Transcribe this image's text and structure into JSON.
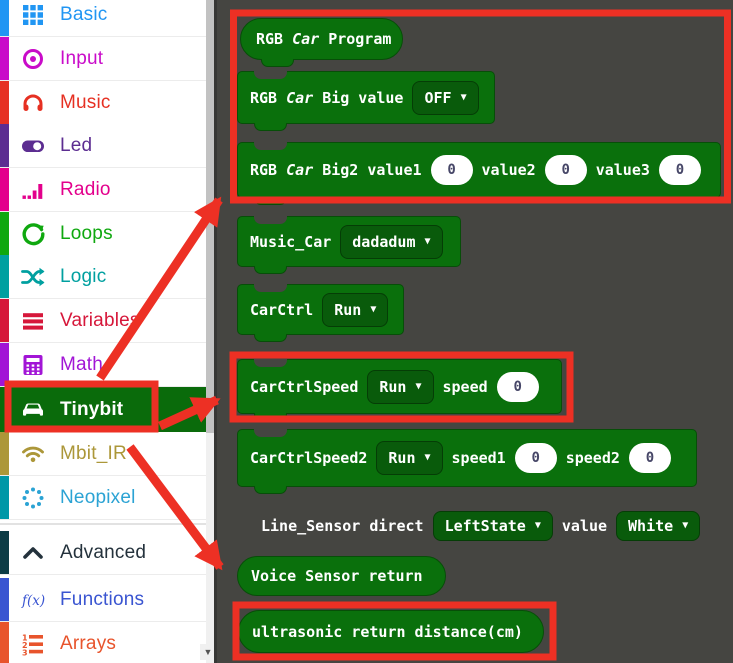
{
  "sidebar": {
    "items": [
      {
        "label": "Basic",
        "color": "#2196F3",
        "icon": "grid-icon"
      },
      {
        "label": "Input",
        "color": "#C90BC9",
        "icon": "input-circle-icon"
      },
      {
        "label": "Music",
        "color": "#E63022",
        "icon": "headphones-icon"
      },
      {
        "label": "Led",
        "color": "#5C2D91",
        "icon": "toggle-icon"
      },
      {
        "label": "Radio",
        "color": "#E3008C",
        "icon": "signal-bars-icon"
      },
      {
        "label": "Loops",
        "color": "#0FA80F",
        "icon": "loop-arrow-icon"
      },
      {
        "label": "Logic",
        "color": "#00A0A0",
        "icon": "shuffle-icon"
      },
      {
        "label": "Variables",
        "color": "#D6173A",
        "icon": "bars-icon"
      },
      {
        "label": "Math",
        "color": "#A215D6",
        "icon": "calculator-icon"
      },
      {
        "label": "Tinybit",
        "color": "#0A6B0B",
        "text_color": "#FFFFFF",
        "icon": "car-icon",
        "selected": true
      },
      {
        "label": "Mbit_IR",
        "color": "#AC9739",
        "icon": "wifi-icon"
      },
      {
        "label": "Neopixel",
        "color": "#0097A7",
        "text_color": "#2BA3D4",
        "icon": "dotted-circle-icon"
      },
      {
        "label": "Advanced",
        "color": "#0C3C46",
        "text_color": "#24323C",
        "icon": "chevron-up-icon"
      },
      {
        "label": "Functions",
        "color": "#3A55D1",
        "icon": "function-icon"
      },
      {
        "label": "Arrays",
        "color": "#E8542C",
        "icon": "numbered-list-icon"
      }
    ]
  },
  "flyout": {
    "background": "#454541",
    "block_color": "#0A700C",
    "blocks": [
      {
        "name": "rgb-car-program",
        "shape": "hat",
        "t1": "RGB",
        "t2": "Car",
        "t3": "Program"
      },
      {
        "name": "rgb-car-big",
        "shape": "statement",
        "t1": "RGB",
        "t2": "Car",
        "t3": "Big value",
        "dd1": "OFF"
      },
      {
        "name": "rgb-car-big2",
        "shape": "statement",
        "t1": "RGB",
        "t2": "Car",
        "t3": "Big2 value1",
        "v1": "0",
        "t4": "value2",
        "v2": "0",
        "t5": "value3",
        "v3": "0"
      },
      {
        "name": "music-car",
        "shape": "statement",
        "t1": "Music_Car",
        "dd1": "dadadum"
      },
      {
        "name": "carctrl",
        "shape": "statement",
        "t1": "CarCtrl",
        "dd1": "Run"
      },
      {
        "name": "carctrlspeed",
        "shape": "statement",
        "t1": "CarCtrlSpeed",
        "dd1": "Run",
        "t2": "speed",
        "v1": "0"
      },
      {
        "name": "carctrlspeed2",
        "shape": "statement",
        "t1": "CarCtrlSpeed2",
        "dd1": "Run",
        "t2": "speed1",
        "v1": "0",
        "t3": "speed2",
        "v2": "0"
      },
      {
        "name": "line-sensor",
        "shape": "boolean",
        "t1": "Line_Sensor direct",
        "dd1": "LeftState",
        "t2": "value",
        "dd2": "White"
      },
      {
        "name": "voice-sensor",
        "shape": "reporter",
        "t1": "Voice Sensor return"
      },
      {
        "name": "ultrasonic",
        "shape": "reporter",
        "t1": "ultrasonic return distance(cm)"
      }
    ],
    "dropdown_arrow": "▼"
  },
  "annotations": {
    "color": "#ED3024",
    "highlight_rects": [
      "tinybit-category",
      "rgb-blocks-group",
      "carctrlspeed-block",
      "ultrasonic-block"
    ],
    "arrow_targets": [
      "rgb-blocks-group",
      "carctrlspeed-block",
      "voice-ultrasonic-blocks"
    ]
  },
  "scrollbar": {
    "down_glyph": "▼"
  }
}
